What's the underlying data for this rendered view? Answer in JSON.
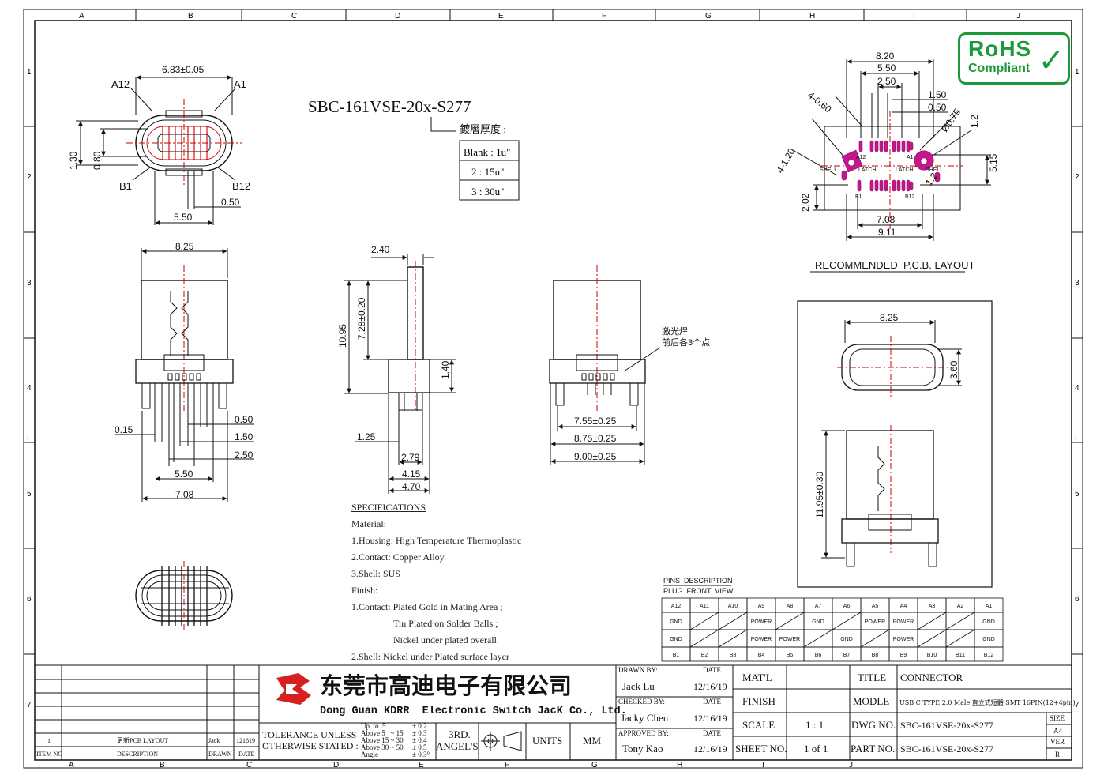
{
  "border": {
    "cols_top": [
      "A",
      "B",
      "C",
      "D",
      "E",
      "F",
      "G",
      "H",
      "I",
      "J"
    ],
    "cols_bottom": [
      "A",
      "B",
      "C",
      "D",
      "E",
      "F",
      "G",
      "H",
      "I",
      "J"
    ],
    "rows": [
      "1",
      "2",
      "3",
      "4",
      "I",
      "5",
      "6",
      "7"
    ]
  },
  "part_title": "SBC-161VSE-20x-S277",
  "plating": {
    "label": "鍍層厚度 :",
    "rows": [
      "Blank : 1u\"",
      "2 : 15u\"",
      "3 : 30u\""
    ]
  },
  "rohs": {
    "line1": "RoHS",
    "line2": "Compliant"
  },
  "top_view": {
    "dims": [
      "6.83±0.05",
      "A12",
      "A1",
      "B1",
      "B12",
      "1.30",
      "0.80",
      "0.50",
      "5.50"
    ]
  },
  "front_view": {
    "dims": [
      "8.25",
      "0.50",
      "1.50",
      "2.50",
      "0.15",
      "5.50",
      "7.08"
    ]
  },
  "side_view": {
    "dims": [
      "2.40",
      "10.95",
      "7.28±0.20",
      "1.40",
      "1.25",
      "2.79",
      "4.15",
      "4.70"
    ]
  },
  "rear_view": {
    "note_line1": "激光焊",
    "note_line2": "前后各3个点",
    "dims": [
      "7.55±0.25",
      "8.75±0.25",
      "9.00±0.25"
    ]
  },
  "pcb": {
    "title": "RECOMMENDED  P.C.B. LAYOUT",
    "dims": [
      "8.20",
      "5.50",
      "2.50",
      "1.50",
      "0.50",
      "4-0.60",
      "4-1.20",
      "Ø0.75",
      "1.2",
      "5.15",
      "1.2",
      "2.02",
      "7.08",
      "9.11"
    ],
    "labels": [
      "A12",
      "A1",
      "SHELL",
      "LATCH",
      "LATCH",
      "SHELL",
      "B1",
      "B12"
    ]
  },
  "inset": {
    "dims": [
      "8.25",
      "3.60",
      "11.95±0.30"
    ]
  },
  "specs": {
    "title": "SPECIFICATIONS",
    "lines": [
      "Material:",
      "1.Housing: High Temperature Thermoplastic",
      "2.Contact: Copper Alloy",
      "3.Shell: SUS",
      "Finish:",
      "1.Contact: Plated Gold in Mating Area ;",
      "Tin Plated on Solder Balls ;",
      "Nickel under plated overall",
      "2.Shell: Nickel under Plated surface layer"
    ]
  },
  "pins": {
    "title": "PINS  DESCRIPTION",
    "subtitle": "PLUG  FRONT  VIEW",
    "row_a": [
      "A12",
      "A11",
      "A10",
      "A9",
      "A8",
      "A7",
      "A6",
      "A5",
      "A4",
      "A3",
      "A2",
      "A1"
    ],
    "row_a_sig": [
      "GND",
      "",
      "",
      "POWER",
      "",
      "GND",
      "",
      "POWER",
      "POWER",
      "",
      "",
      "GND"
    ],
    "row_b_sig": [
      "GND",
      "",
      "",
      "POWER",
      "POWER",
      "",
      "GND",
      "",
      "POWER",
      "",
      "",
      "GND"
    ],
    "row_b": [
      "B1",
      "B2",
      "B3",
      "B4",
      "B5",
      "B6",
      "B7",
      "B8",
      "B9",
      "B10",
      "B11",
      "B12"
    ]
  },
  "title_block": {
    "company_cn": "东莞市高迪电子有限公司",
    "company_en": "Dong Guan KDRR  Electronic Switch JacK Co., Ltd.",
    "revision": {
      "no": "1",
      "desc": "更新PCB LAYOUT",
      "drawn": "Jack",
      "date": "121619",
      "hdr_item": "ITEM NO",
      "hdr_desc": "DESCRIPTION",
      "hdr_drawn": "DRAWN",
      "hdr_date": "DATE"
    },
    "tolerance": {
      "label1": "TOLERANCE UNLESS",
      "label2": "OTHERWISE STATED :",
      "ranges": [
        "Up  to  5",
        "Above 5   ~ 15",
        "Above 15 ~ 30",
        "Above 30 ~ 50",
        "Angle"
      ],
      "values": [
        "± 0.2",
        "± 0.3",
        "± 0.4",
        "± 0.5",
        "± 0.3°"
      ]
    },
    "angle1": "3RD.",
    "angle2": "ANGEL'S",
    "units_label": "UNITS",
    "units_value": "MM",
    "drawn_by_label": "DRAWN BY:",
    "drawn_by": "Jack  Lu",
    "checked_by_label": "CHECKED BY:",
    "checked_by": "Jacky Chen",
    "approved_by_label": "APPROVED BY:",
    "approved_by": "Tony Kao",
    "date_label": "DATE",
    "date1": "12/16/19",
    "date2": "12/16/19",
    "date3": "12/16/19",
    "matl_label": "MAT'L",
    "finish_label": "FINISH",
    "scale_label": "SCALE",
    "scale_value": "1 : 1",
    "sheet_label": "SHEET NO.",
    "sheet_value": "1 of 1",
    "title_label": "TITLE",
    "title_value": "CONNECTOR",
    "model_label": "MODLE",
    "model_value": "USB C TYPE  2.0 Male 直立式短體 SMT 16PIN(12+4pin)",
    "dwg_label": "DWG NO.",
    "dwg_value": "SBC-161VSE-20x-S277",
    "part_label": "PART NO.",
    "part_value": "SBC-161VSE-20x-S277",
    "size_label": "SIZE",
    "size_value": "A4",
    "ver_label": "VER",
    "ver_value": "R"
  }
}
